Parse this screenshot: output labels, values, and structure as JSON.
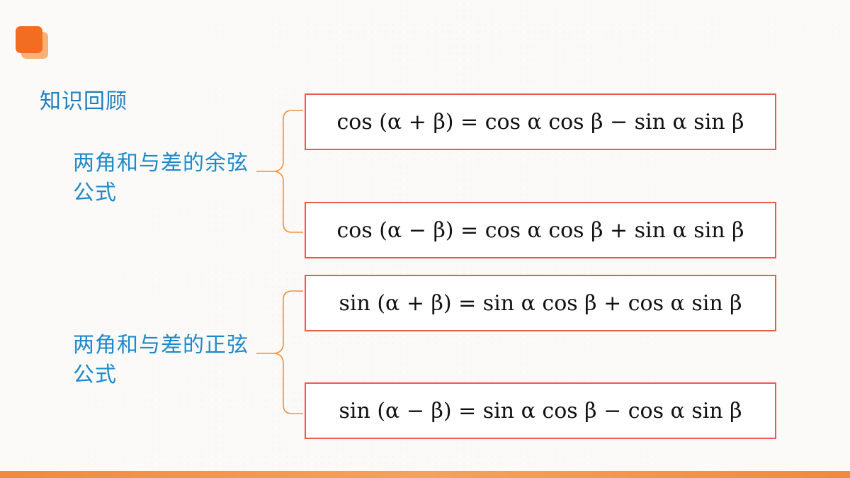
{
  "slide": {
    "heading": "知识回顾",
    "groups": [
      {
        "label": "两角和与差的余弦公式",
        "formulas": [
          "cos (α + β) = cos α cos β − sin α sin β",
          "cos (α − β) = cos α cos β + sin α sin β"
        ]
      },
      {
        "label": "两角和与差的正弦公式",
        "formulas": [
          "sin (α + β) = sin α cos β + cos α sin β",
          "sin (α − β) = sin α cos β − cos α sin β"
        ]
      }
    ]
  },
  "colors": {
    "accent_orange": "#f26d21",
    "heading_blue": "#1e7fbf",
    "box_border": "#ee5a4a",
    "brace": "#f0903f"
  },
  "icons": {
    "logo": "orange-squares-logo"
  }
}
